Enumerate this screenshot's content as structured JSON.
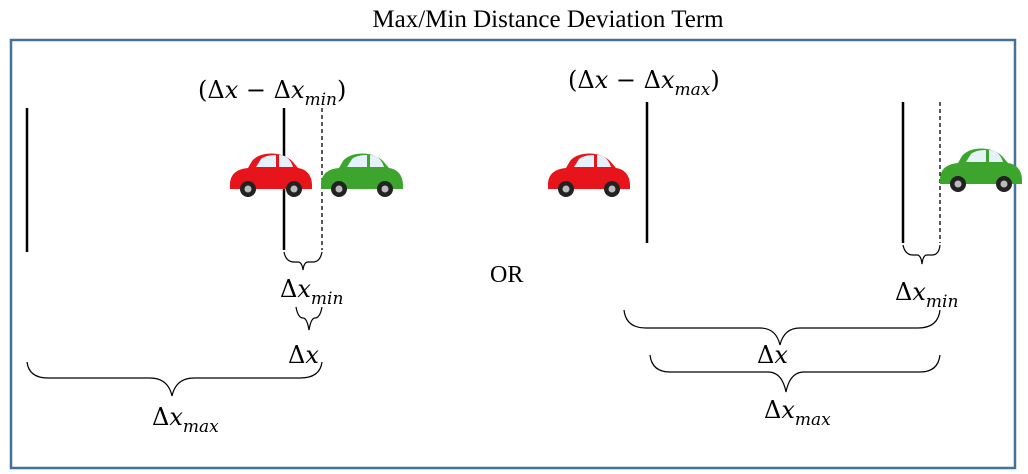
{
  "title": "Max/Min Distance Deviation Term",
  "separator": "OR",
  "colors": {
    "frame": "#41719C",
    "car_red": "#E8141B",
    "car_green": "#3DA52E",
    "tire": "#222222",
    "window": "#E6F2FA"
  },
  "left_scenario": {
    "top_expr": {
      "open": "(Δ",
      "var": "x",
      "minus": " − Δ",
      "var2": "x",
      "sub": "min",
      "close": ")"
    },
    "dx_min": {
      "delta": "Δ",
      "var": "x",
      "sub": "min"
    },
    "dx": {
      "delta": "Δ",
      "var": "x"
    },
    "dx_max": {
      "delta": "Δ",
      "var": "x",
      "sub": "max"
    }
  },
  "right_scenario": {
    "top_expr": {
      "open": "(Δ",
      "var": "x",
      "minus": " − Δ",
      "var2": "x",
      "sub": "max",
      "close": ")"
    },
    "dx_min": {
      "delta": "Δ",
      "var": "x",
      "sub": "min"
    },
    "dx": {
      "delta": "Δ",
      "var": "x"
    },
    "dx_max": {
      "delta": "Δ",
      "var": "x",
      "sub": "max"
    }
  }
}
